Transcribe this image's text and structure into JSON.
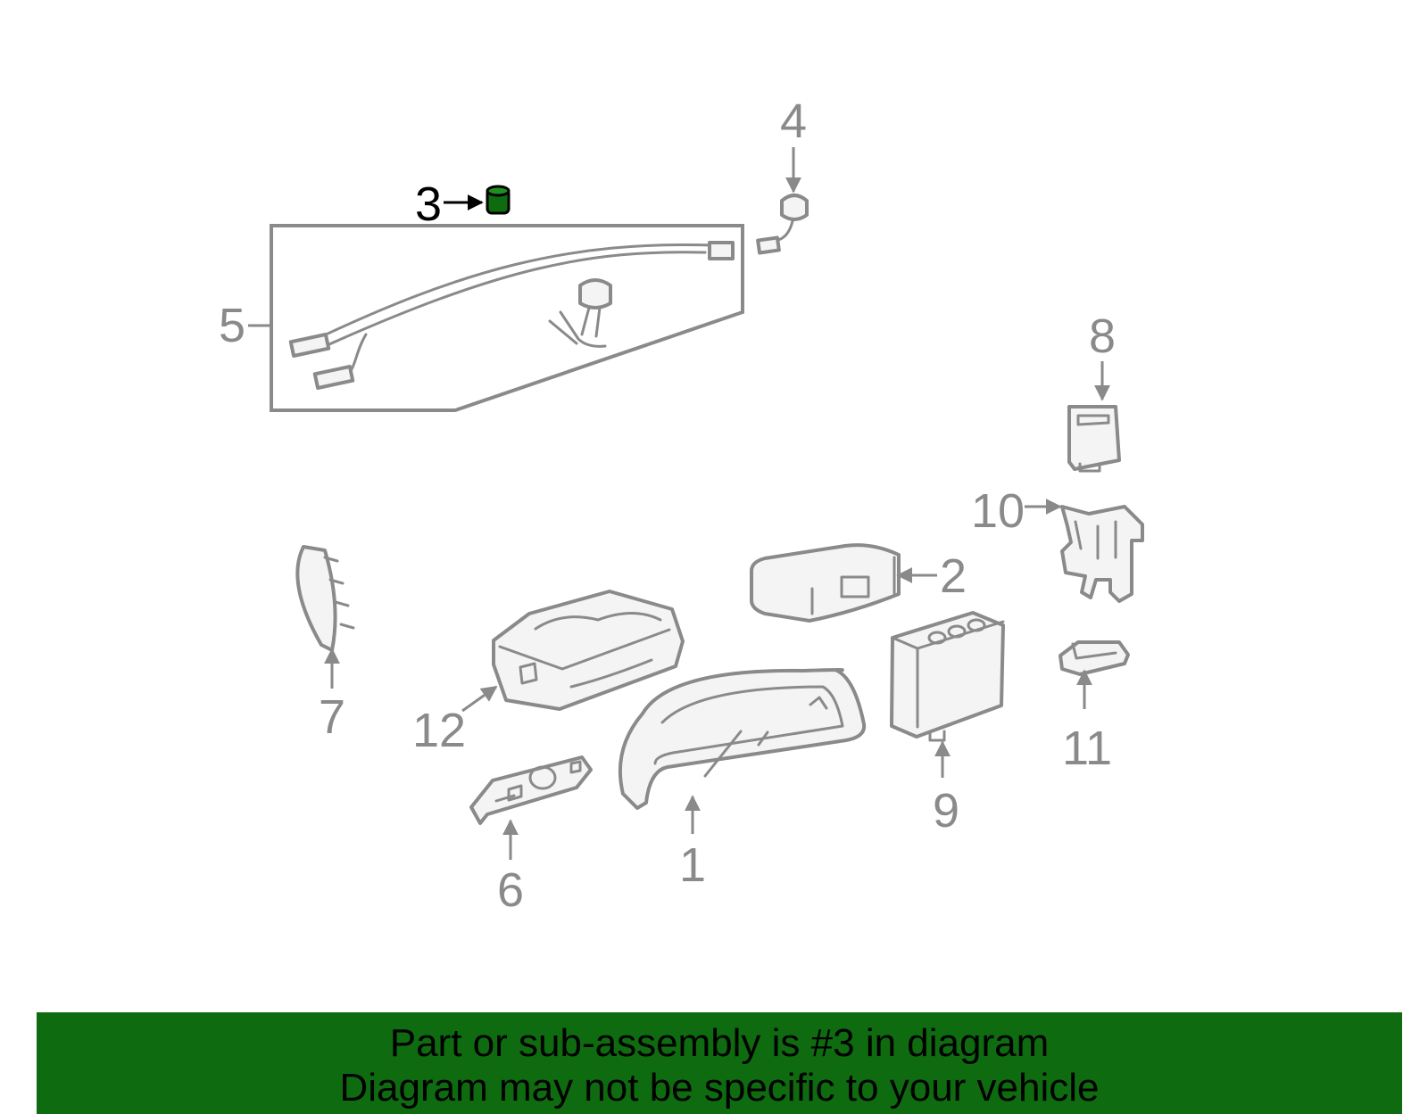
{
  "diagram": {
    "callouts": [
      "1",
      "2",
      "3",
      "4",
      "5",
      "6",
      "7",
      "8",
      "9",
      "10",
      "11",
      "12"
    ],
    "highlighted_part": "3",
    "colors": {
      "highlight": "#0f6b0f",
      "banner": "#0f6b0f",
      "part_stroke": "#8a8a8a",
      "highlight_text": "#000000"
    }
  },
  "banner": {
    "line1": "Part or sub-assembly is #3 in diagram",
    "line2": "Diagram may not be specific to your vehicle"
  }
}
